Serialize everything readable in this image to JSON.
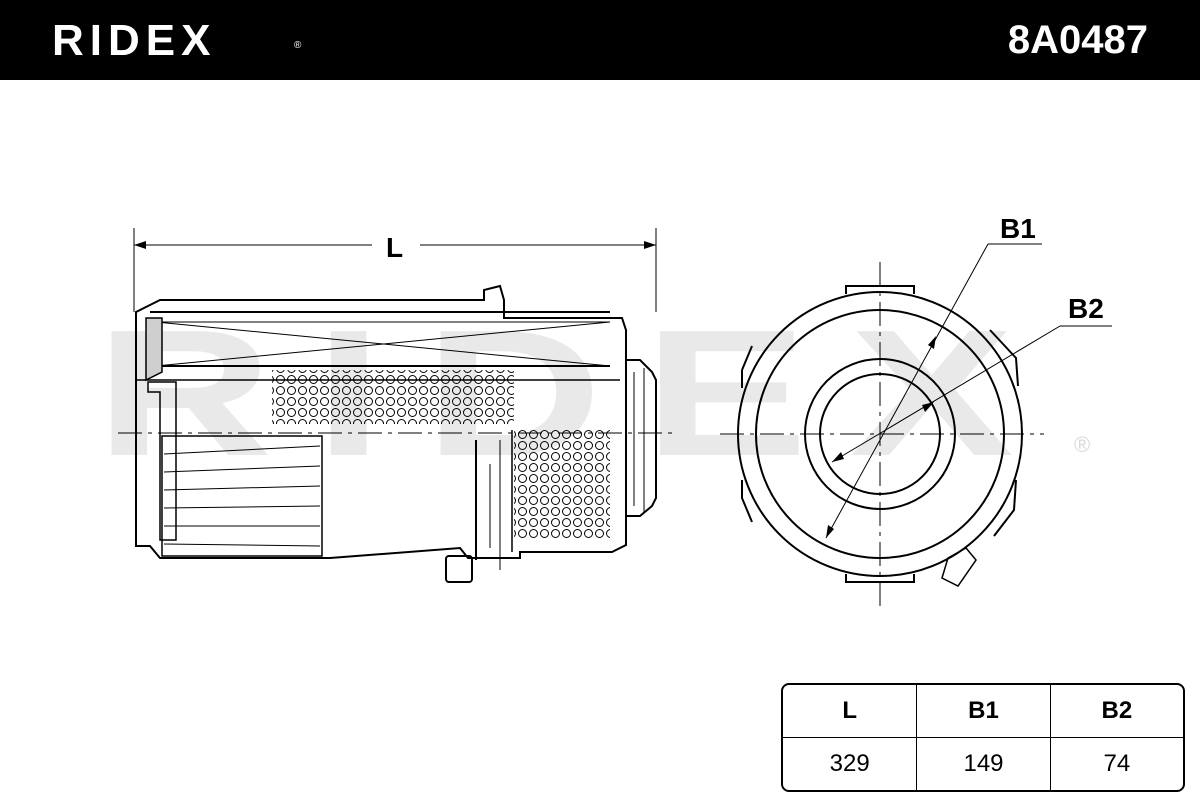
{
  "header": {
    "brand": "RIDEX",
    "brand_mark": "®",
    "part_number": "8A0487"
  },
  "drawing": {
    "watermark": "RIDEX",
    "watermark_mark": "®",
    "labels": {
      "length": "L",
      "outer_diameter": "B1",
      "inner_diameter": "B2"
    }
  },
  "dimensions_table": {
    "headers": [
      "L",
      "B1",
      "B2"
    ],
    "values": [
      "329",
      "149",
      "74"
    ]
  }
}
